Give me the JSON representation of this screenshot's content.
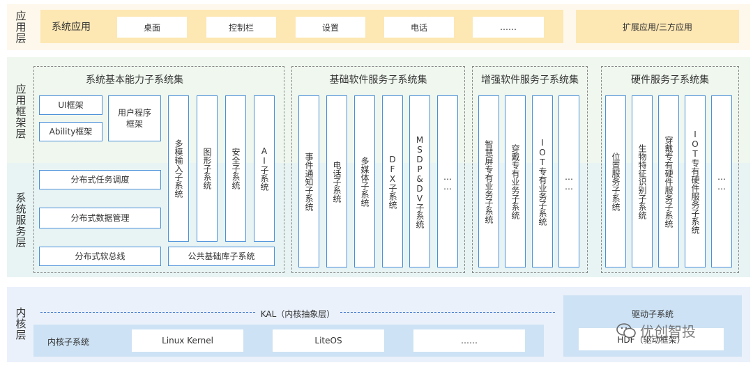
{
  "layers": {
    "application": "应用层",
    "framework": "应用框架层",
    "system_service": "系统服务层",
    "kernel": "内核层"
  },
  "app_layer": {
    "title": "系统应用",
    "apps": [
      "桌面",
      "控制栏",
      "设置",
      "电话",
      "……"
    ],
    "extension": "扩展应用/三方应用"
  },
  "groups": {
    "basic": {
      "title": "系统基本能力子系统集",
      "ui_framework": "UI框架",
      "ability_framework": "Ability框架",
      "user_program_framework": "用户程序框架",
      "distributed_scheduler": "分布式任务调度",
      "distributed_data": "分布式数据管理",
      "distributed_softbus": "分布式软总线",
      "vertical": [
        "多模输入子系统",
        "图形子系统",
        "安全子系统",
        "AI子系统"
      ],
      "common_base": "公共基础库子系统"
    },
    "software": {
      "title": "基础软件服务子系统集",
      "items": [
        "事件通知子系统",
        "电话子系统",
        "多媒体子系统",
        "DFX子系统",
        "MSDP&DV子系统",
        "……"
      ]
    },
    "enhanced": {
      "title": "增强软件服务子系统集",
      "items": [
        "智慧屏专有业务子系统",
        "穿戴专有业务子系统",
        "IOT专有业务子系统",
        "……"
      ]
    },
    "hardware": {
      "title": "硬件服务子系统集",
      "items": [
        "位置服务子系统",
        "生物特征识别子系统",
        "穿戴专有硬件服务子系统",
        "IOT专有硬件服务子系统",
        "……"
      ]
    }
  },
  "kernel_layer": {
    "kal": "KAL（内核抽象层）",
    "subsystem": "内核子系统",
    "items": [
      "Linux Kernel",
      "LiteOS",
      "……"
    ],
    "driver_title": "驱动子系统",
    "driver_item": "HDF（驱动框架）"
  },
  "watermark": "优创智投",
  "colors": {
    "app_band": "#fef8ec",
    "app_bar": "#fde7b3",
    "framework_band": "#eff7ef",
    "system_band": "#e8f4f4",
    "kernel_band": "#eaf1fb",
    "box_border": "#4a8fd9",
    "driver_bg": "#cde2f4"
  }
}
